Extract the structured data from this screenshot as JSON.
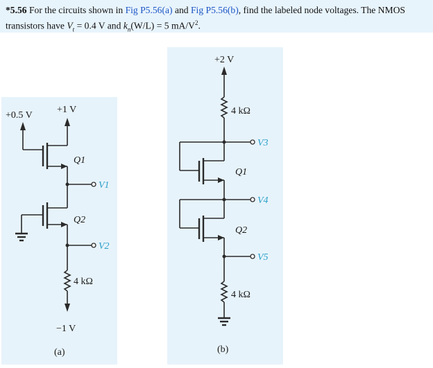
{
  "problem": {
    "number": "*5.56",
    "text_before": "For the circuits shown in",
    "fig_a_link": "Fig P5.56(a)",
    "and_text": "and",
    "fig_b_link": "Fig P5.56(b)",
    "text_after": ", find the labeled node voltages. The NMOS transistors have",
    "vt_prefix": "V",
    "vt_sub": "t",
    "vt_value": "= 0.4 V and",
    "k_prefix": "k",
    "k_sub": "n",
    "k_rest": "(W/L) = 5 mA/V",
    "k_exp": "2",
    "end": "."
  },
  "circuit_a": {
    "caption": "(a)",
    "gate_supply": "+0.5 V",
    "drain_supply": "+1 V",
    "q1": "Q1",
    "q2": "Q2",
    "v1": "V1",
    "v2": "V2",
    "resistor": "4 kΩ",
    "neg_supply": "−1 V"
  },
  "circuit_b": {
    "caption": "(b)",
    "supply": "+2 V",
    "resistor_top": "4 kΩ",
    "resistor_bottom": "4 kΩ",
    "q1": "Q1",
    "q2": "Q2",
    "v3": "V3",
    "v4": "V4",
    "v5": "V5"
  },
  "colors": {
    "link": "#1a55c4",
    "node_label": "#2aa0c8",
    "panel_bg": "#e7f3fb",
    "header_bg": "#e8f4fc"
  }
}
